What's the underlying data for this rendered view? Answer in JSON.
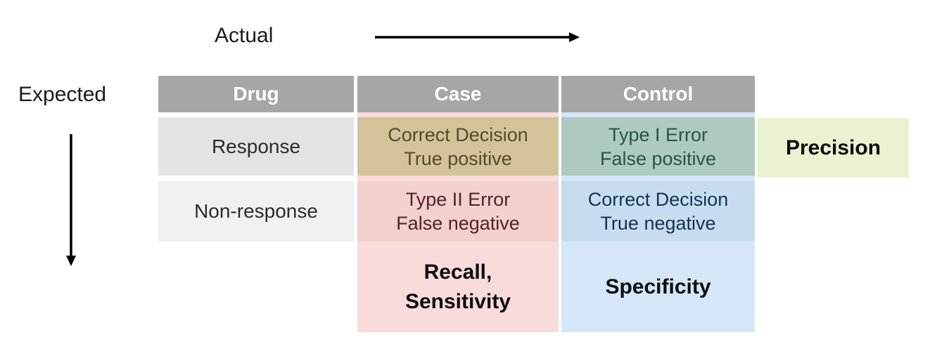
{
  "figure": {
    "type": "confusion-matrix-diagram",
    "actual_axis_label": "Actual",
    "expected_axis_label": "Expected"
  },
  "table": {
    "column_headers": [
      {
        "label": "Drug"
      },
      {
        "label": "Case"
      },
      {
        "label": "Control"
      }
    ],
    "rows": [
      {
        "expected_label": "Response",
        "case_cell": {
          "line1": "Correct Decision",
          "line2": "True positive"
        },
        "control_cell": {
          "line1": "Type I Error",
          "line2": "False positive"
        }
      },
      {
        "expected_label": "Non-response",
        "case_cell": {
          "line1": "Type II Error",
          "line2": "False negative"
        },
        "control_cell": {
          "line1": "Correct Decision",
          "line2": "True negative"
        }
      }
    ]
  },
  "metric_labels": {
    "precision": "Precision",
    "recall_line1": "Recall,",
    "recall_line2": "Sensitivity",
    "specificity": "Specificity"
  },
  "colors": {
    "header_bg": "#a6a6a6",
    "header_text": "#ffffff",
    "row1_drug_bg": "#e3e3e3",
    "row2_drug_bg": "#f0f0f0",
    "true_positive_bg": "#d4c39a",
    "true_positive_text": "#57492a",
    "false_positive_bg": "#aecabf",
    "false_positive_text": "#2d5146",
    "false_negative_bg": "#f1d0cd",
    "false_negative_text": "#522329",
    "true_negative_bg": "#c8dcf0",
    "true_negative_text": "#163450",
    "case_band_bg": "#f8dbda",
    "control_band_bg": "#d4e6f8",
    "precision_band_bg": "#eaf2d2",
    "arrow_color": "#000000"
  }
}
